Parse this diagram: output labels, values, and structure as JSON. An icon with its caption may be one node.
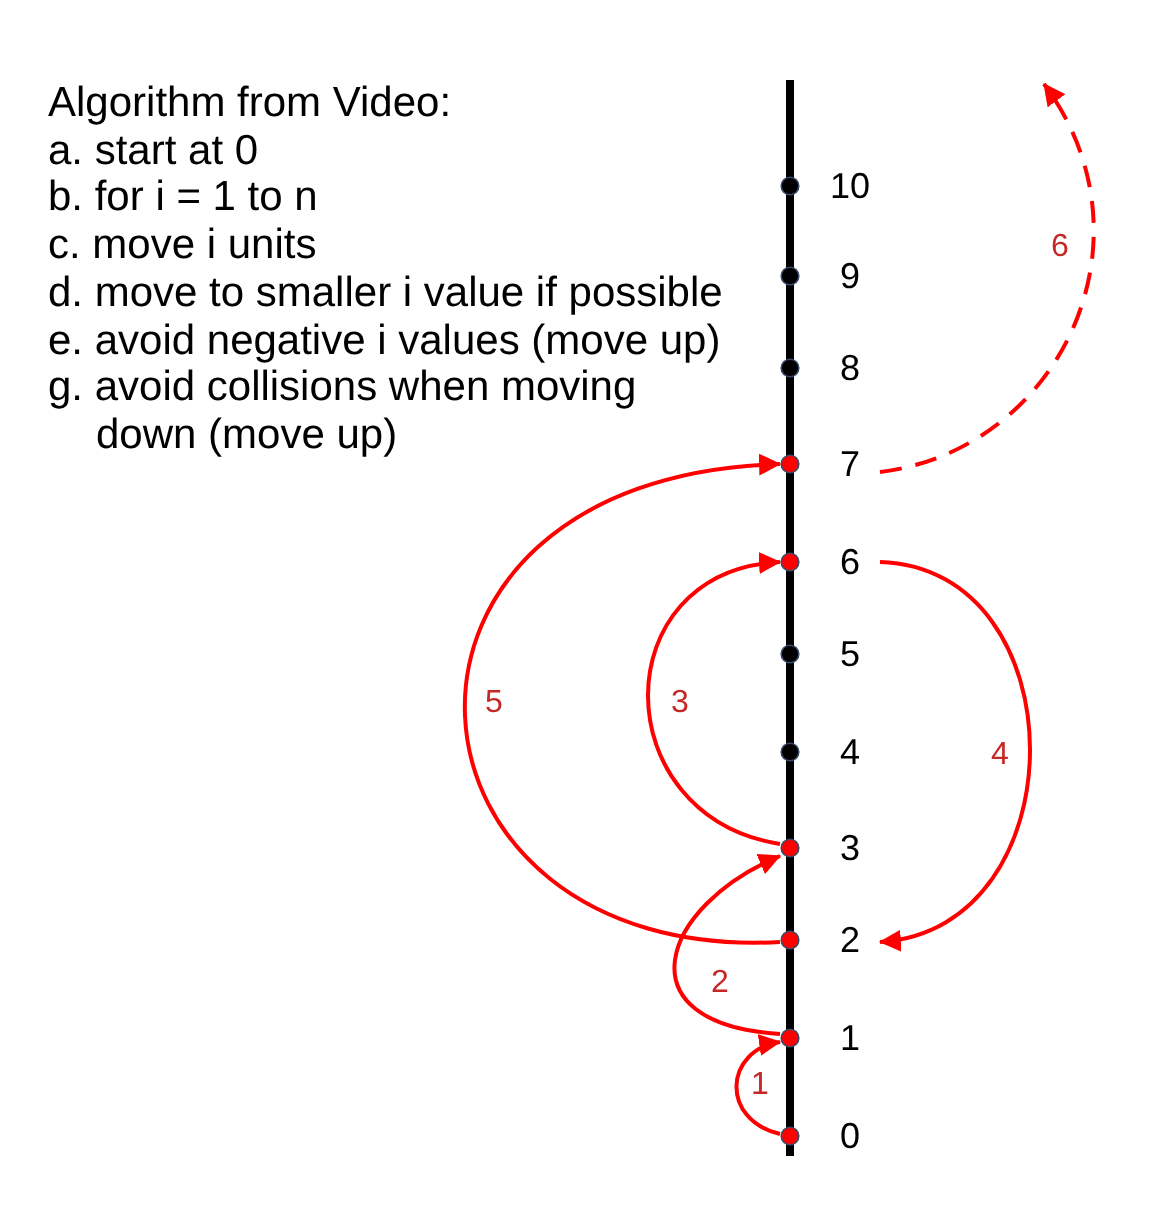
{
  "diagram": {
    "nodes": [
      {
        "text": [
          "10"
        ]
      },
      {
        "text": [
          "9"
        ]
      },
      {
        "text": [
          "8"
        ]
      },
      {
        "text": [
          "7"
        ]
      },
      {
        "text": [
          "6"
        ]
      },
      {
        "text": [
          "5"
        ]
      },
      {
        "text": [
          "4"
        ]
      },
      {
        "text": [
          "3"
        ]
      },
      {
        "text": [
          "2"
        ]
      },
      {
        "text": [
          "1"
        ]
      },
      {
        "text": [
          "0"
        ]
      }
    ],
    "edges": [
      {
        "from": 10,
        "to": 9,
        "arrow": "to",
        "label": "1"
      },
      {
        "from": 9,
        "to": 7,
        "arrow": "to",
        "label": "2"
      },
      {
        "from": 7,
        "to": 4,
        "arrow": "to",
        "label": "3"
      },
      {
        "from": 4,
        "to": 8,
        "arrow": "to",
        "label": "4"
      },
      {
        "from": 8,
        "to": 3,
        "arrow": "to",
        "label": "5"
      },
      {
        "from": 3,
        "to": null,
        "arrow": "to",
        "label": "6",
        "style": "dashed"
      }
    ],
    "labels": [
      "Algorithm from Video:",
      "a. start at 0",
      "b. for i = 1 to n",
      "c. move i units",
      "d. move to smaller i value if possible",
      "e. avoid negative i values (move up)",
      "g. avoid collisions when moving down (move up)"
    ]
  }
}
